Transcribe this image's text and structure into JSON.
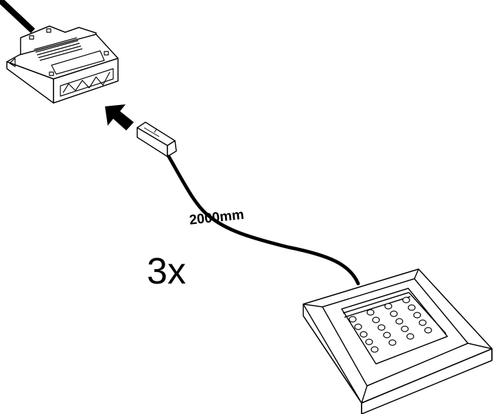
{
  "labels": {
    "cable_length": "2000mm",
    "quantity": "3x"
  },
  "parts": [
    "distributor-connector",
    "insertion-arrow",
    "plug",
    "cable",
    "led-spotlight"
  ],
  "colors": {
    "line": "#000000",
    "background": "#ffffff"
  }
}
